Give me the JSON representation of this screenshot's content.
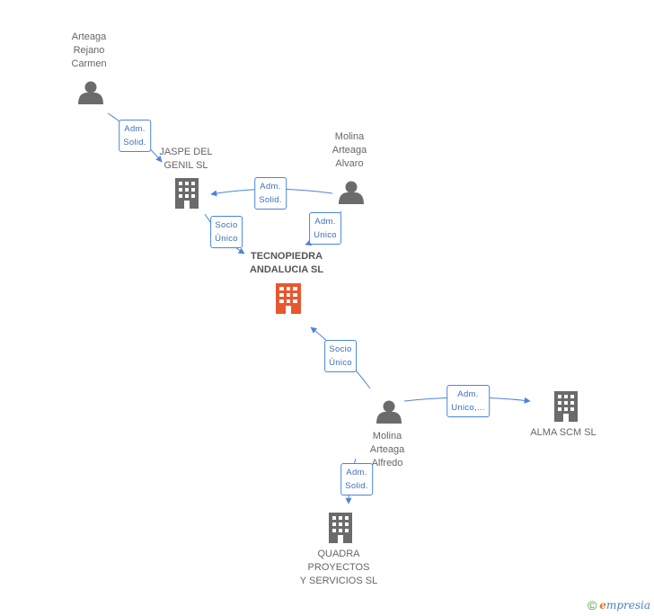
{
  "nodes": {
    "arteaga": {
      "label": "Arteaga\nRejano\nCarmen",
      "icon": "person-icon"
    },
    "jaspe": {
      "label": "JASPE DEL\nGENIL SL",
      "icon": "building-icon"
    },
    "molina_alvaro": {
      "label": "Molina\nArteaga\nAlvaro",
      "icon": "person-icon"
    },
    "tecnopiedra": {
      "label": "TECNOPIEDRA\nANDALUCIA SL",
      "icon": "building-icon"
    },
    "molina_alfredo": {
      "label": "Molina\nArteaga\nAlfredo",
      "icon": "person-icon"
    },
    "alma": {
      "label": "ALMA SCM  SL",
      "icon": "building-icon"
    },
    "quadra": {
      "label": "QUADRA\nPROYECTOS\nY SERVICIOS SL",
      "icon": "building-icon"
    }
  },
  "relations": {
    "arteaga_jaspe": "Adm.\nSolid.",
    "alvaro_jaspe": "Adm.\nSolid.",
    "jaspe_tecno": "Socio\nÚnico",
    "alvaro_tecno": "Adm.\nUnico",
    "alfredo_tecno": "Socio\nÚnico",
    "alfredo_alma": "Adm.\nUnico,...",
    "alfredo_quadra": "Adm.\nSolid."
  },
  "colors": {
    "person": "#6b6b6b",
    "building": "#6b6b6b",
    "main_building": "#e8582e",
    "edge": "#4a86d8"
  },
  "watermark": {
    "copyright": "©",
    "brand_initial": "e",
    "brand_rest": "mpresia"
  }
}
